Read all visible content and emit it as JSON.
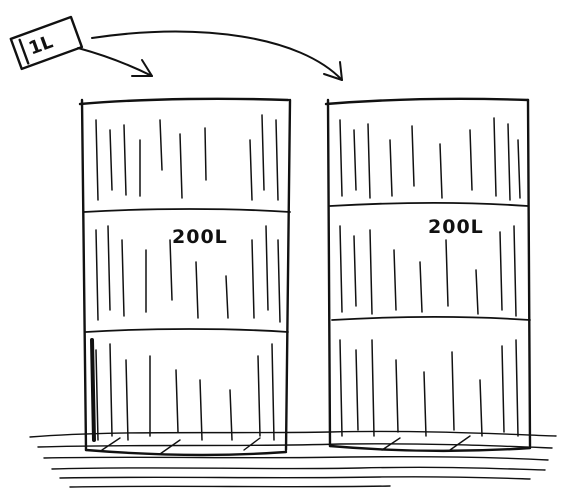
{
  "can": {
    "label": "1L",
    "icon": "small-container-icon"
  },
  "drums": [
    {
      "label": "200L",
      "icon": "drum-icon"
    },
    {
      "label": "200L",
      "icon": "drum-icon"
    }
  ],
  "arrows": [
    {
      "from": "can",
      "to": "drum-1",
      "icon": "curved-arrow-icon"
    },
    {
      "from": "can",
      "to": "drum-2",
      "icon": "curved-arrow-icon"
    }
  ],
  "colors": {
    "ink": "#111111",
    "background": "#ffffff"
  }
}
